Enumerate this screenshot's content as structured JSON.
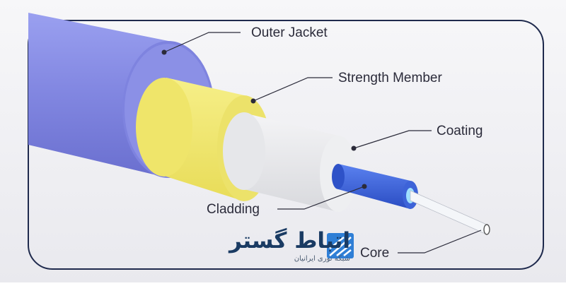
{
  "labels": {
    "outer_jacket": "Outer Jacket",
    "strength_member": "Strength Member",
    "coating": "Coating",
    "cladding": "Cladding",
    "core": "Core"
  },
  "brand": {
    "name": "اتباط گستر",
    "tagline": "شبکه نوری ایرانیان"
  },
  "colors": {
    "outer_jacket": "#7f84e0",
    "strength_member": "#f2ea70",
    "coating": "#e9eaec",
    "cladding": "#3d63d8",
    "core": "#f4f6f9",
    "frame_border": "#1f2a4d",
    "brand": "#1a3b63"
  }
}
